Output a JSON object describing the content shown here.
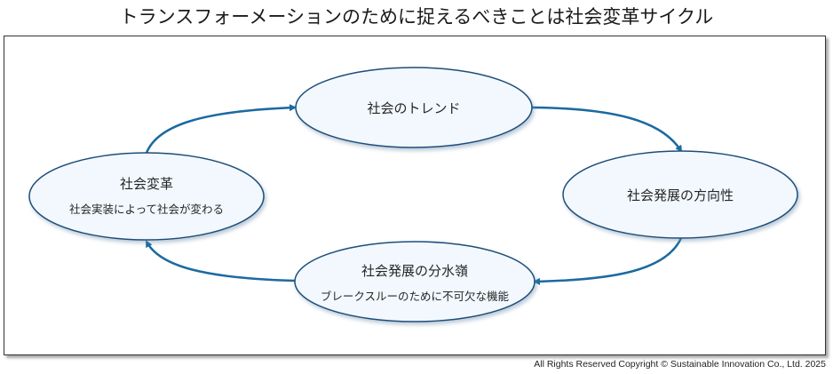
{
  "title": "トランスフォーメーションのために捉えるべきことは社会変革サイクル",
  "colors": {
    "ellipse_fill": "#f2f8fe",
    "ellipse_stroke": "#1f4e79",
    "arrow": "#1b6aa0"
  },
  "nodes": {
    "trend": {
      "title": "社会のトレンド"
    },
    "direction": {
      "title": "社会発展の方向性"
    },
    "watershed": {
      "title": "社会発展の分水嶺",
      "subtitle": "ブレークスルーのために不可欠な機能"
    },
    "change": {
      "title": "社会変革",
      "subtitle": "社会実装によって社会が変わる"
    }
  },
  "footer": "All Rights Reserved Copyright © Sustainable Innovation Co., Ltd. 2025"
}
